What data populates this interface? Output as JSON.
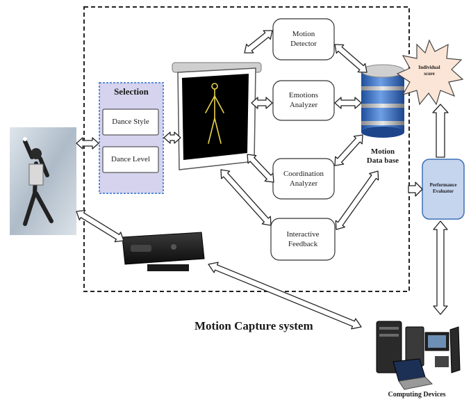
{
  "selection": {
    "title": "Selection",
    "items": [
      "Dance Style",
      "Dance Level"
    ]
  },
  "modules": {
    "motion_detector": [
      "Motion",
      "Detector"
    ],
    "emotions_analyzer": [
      "Emotions",
      "Analyzer"
    ],
    "coordination_analyzer": [
      "Coordination",
      "Analyzer"
    ],
    "interactive_feedback": [
      "Interactive",
      "Feedback"
    ]
  },
  "database_label": [
    "Motion",
    "Data base"
  ],
  "individual_score": [
    "Individual",
    "score"
  ],
  "performance_evaluator": [
    "Performance",
    "Evaluator"
  ],
  "system_label": "Motion Capture system",
  "computing_label": "Computing Devices",
  "colors": {
    "selection_fill": "#d6d3ee",
    "selection_border": "#5b8fd6",
    "evaluator_fill": "#c5d5ee",
    "evaluator_border": "#3b6fb6",
    "db_blue": "#2f63b8",
    "starburst_fill": "#fbe5d6"
  },
  "icons": {
    "dancer": "dancer-photo",
    "projector": "projection-screen-icon",
    "kinect": "kinect-sensor-icon",
    "database": "database-cylinder-icon",
    "computers": "computing-devices-icon"
  }
}
